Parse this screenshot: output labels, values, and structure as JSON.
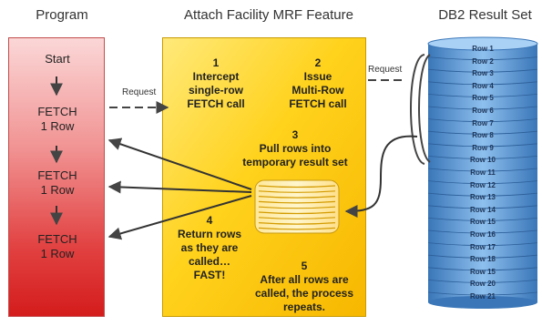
{
  "columns": {
    "program": "Program",
    "mrf": "Attach Facility MRF Feature",
    "db2": "DB2 Result Set"
  },
  "program": {
    "start": "Start",
    "fetch_line1": "FETCH",
    "fetch_line2": "1 Row"
  },
  "request_label": "Request",
  "steps": {
    "s1": {
      "num": "1",
      "lines": [
        "Intercept",
        "single-row",
        "FETCH call"
      ]
    },
    "s2": {
      "num": "2",
      "lines": [
        "Issue",
        "Multi-Row",
        "FETCH call"
      ]
    },
    "s3": {
      "num": "3",
      "lines": [
        "Pull rows into",
        "temporary result set"
      ]
    },
    "s4": {
      "num": "4",
      "lines": [
        "Return rows",
        "as they are",
        "called…",
        "FAST!"
      ]
    },
    "s5": {
      "num": "5",
      "lines": [
        "After all rows are",
        "called, the process",
        "repeats."
      ]
    }
  },
  "rows": [
    "Row 1",
    "Row 2",
    "Row 3",
    "Row 4",
    "Row 5",
    "Row 6",
    "Row 7",
    "Row 8",
    "Row 9",
    "Row 10",
    "Row 11",
    "Row 12",
    "Row 13",
    "Row 14",
    "Row 15",
    "Row 16",
    "Row 17",
    "Row 18",
    "Row 15",
    "Row 20",
    "Row 21"
  ],
  "colors": {
    "program_gradient_top": "#fbd7d7",
    "program_gradient_bottom": "#d41c1c",
    "mrf_fill": "#ffd21c",
    "disk_fill": "#5b9bd5",
    "arrow": "#444444"
  }
}
